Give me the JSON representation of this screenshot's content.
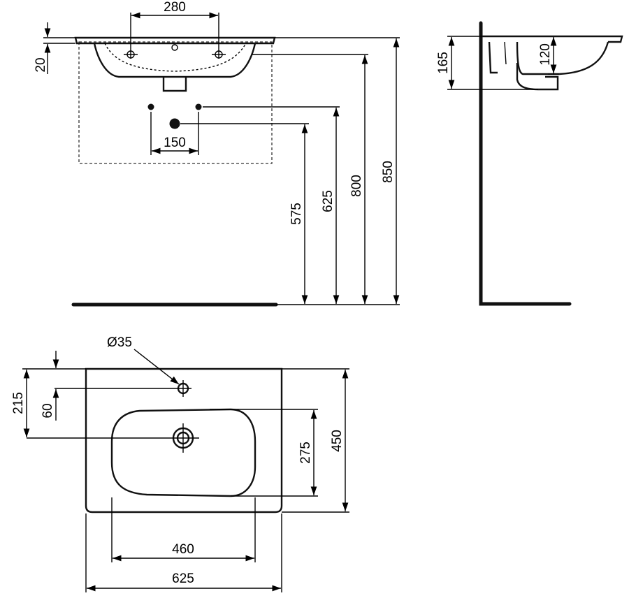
{
  "front_view": {
    "tap_hole_spacing": "280",
    "rim_thickness": "20",
    "waste_spacing": "150",
    "waste_height": "575",
    "supply_height": "625",
    "basin_height": "800",
    "rim_height": "850"
  },
  "side_view": {
    "depth": "165",
    "bowl_depth": "120"
  },
  "plan_view": {
    "tap_hole_diameter": "Ø35",
    "tap_hole_offset": "60",
    "waste_offset": "215",
    "bowl_width": "460",
    "overall_width": "625",
    "bowl_length": "275",
    "overall_depth": "450"
  },
  "colors": {
    "line": "#000000",
    "background": "#ffffff"
  }
}
